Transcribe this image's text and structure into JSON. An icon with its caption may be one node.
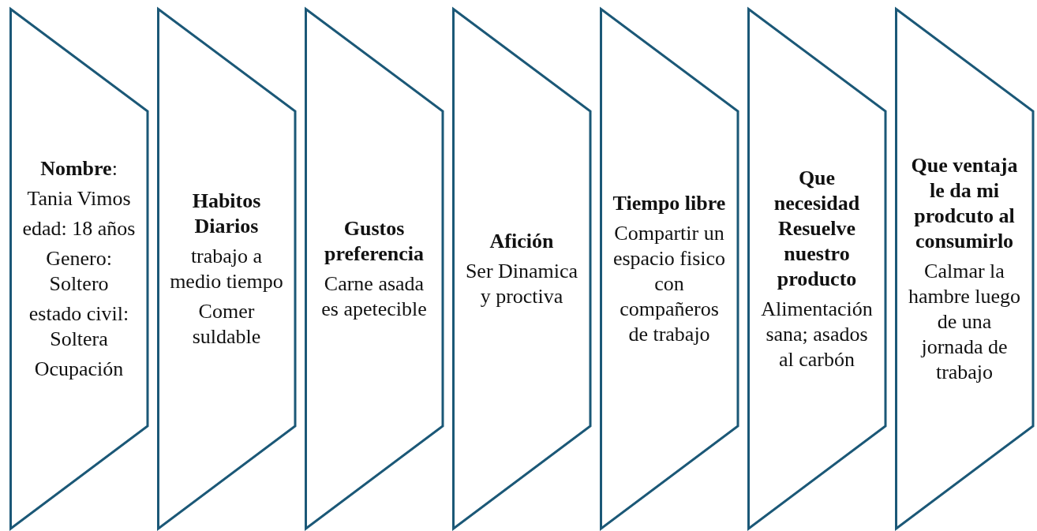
{
  "diagram": {
    "nodes": [
      {
        "text": [
          "**Nombre**:",
          "Tania Vimos",
          "edad: 18 años",
          "Genero: Soltero",
          "estado civil: Soltera",
          "Ocupación"
        ]
      },
      {
        "text": [
          "Habitos Diarios",
          "trabajo a medio tiempo",
          "Comer suldable"
        ]
      },
      {
        "text": [
          "Gustos preferencia",
          "Carne asada es apetecible"
        ]
      },
      {
        "text": [
          "Afición",
          "Ser Dinamica y proctiva"
        ]
      },
      {
        "text": [
          "Tiempo libre",
          "Compartir un espacio fisico con compañeros de trabajo"
        ]
      },
      {
        "text": [
          "Que necesidad Resuelve nuestro producto",
          "Alimentación sana; asados al carbón"
        ]
      },
      {
        "text": [
          "Que ventaja le da mi prodcuto al consumirlo",
          "Calmar la hambre luego de una jornada de trabajo"
        ]
      }
    ]
  }
}
